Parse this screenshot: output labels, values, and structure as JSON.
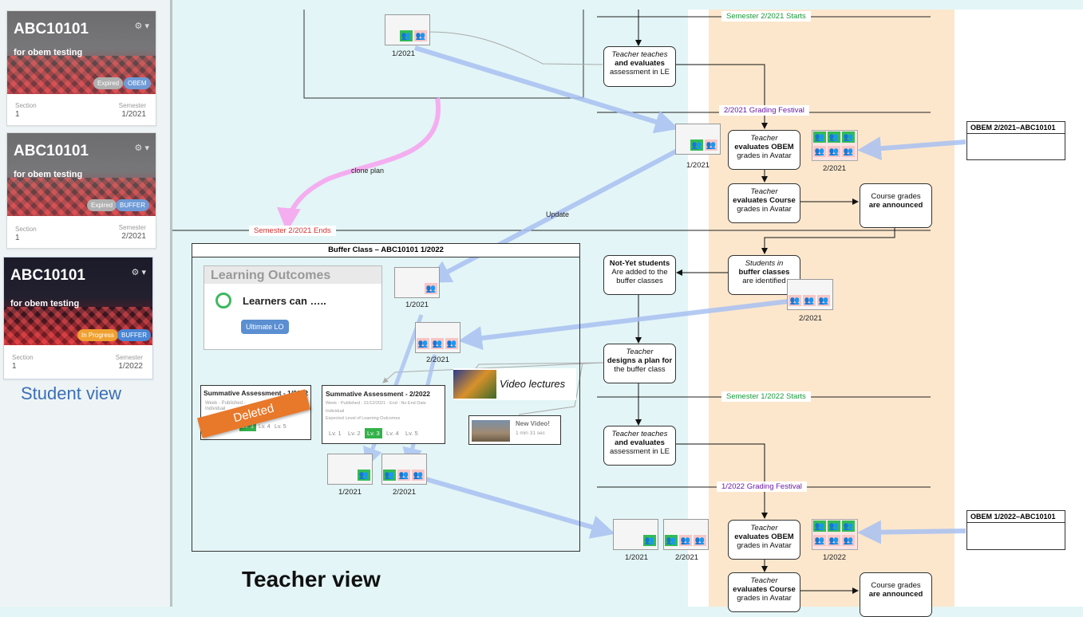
{
  "student_cards": [
    {
      "code": "ABC10101",
      "subtitle": "for obem testing",
      "badge1": "Expired",
      "badge2": "OBEM",
      "section_label": "Section",
      "section": "1",
      "semester_label": "Semester",
      "semester": "1/2021"
    },
    {
      "code": "ABC10101",
      "subtitle": "for obem testing",
      "badge1": "Expired",
      "badge2": "BUFFER",
      "section_label": "Section",
      "section": "1",
      "semester_label": "Semester",
      "semester": "2/2021"
    },
    {
      "code": "ABC10101",
      "subtitle": "for obem testing",
      "badge1": "In Progress",
      "badge2": "BUFFER",
      "section_label": "Section",
      "section": "1",
      "semester_label": "Semester",
      "semester": "1/2022"
    }
  ],
  "student_view_label": "Student view",
  "teacher_view_label": "Teacher view",
  "timeline_tags": {
    "sem2_2021_starts": "Semester 2/2021 Starts",
    "grading_2_2021": "2/2021 Grading Festival",
    "sem2_2021_ends": "Semester 2/2021 Ends",
    "sem1_2022_starts": "Semester 1/2022 Starts",
    "grading_1_2022": "1/2022 Grading Festival"
  },
  "process_boxes": {
    "teach1": [
      "Teacher teaches",
      "and evaluates",
      "assessment in LE"
    ],
    "obem1": [
      "Teacher",
      "evaluates OBEM",
      "grades in Avatar"
    ],
    "course1": [
      "Teacher",
      "evaluates Course",
      "grades in Avatar"
    ],
    "announce1": [
      "Course grades",
      "are announced"
    ],
    "identify": [
      "Students in",
      "buffer classes",
      "are identified"
    ],
    "notyet": [
      "Not-Yet students",
      "Are added to the",
      "buffer classes"
    ],
    "design": [
      "Teacher",
      "designs a plan for",
      "the buffer class"
    ],
    "teach2": [
      "Teacher teaches",
      "and evaluates",
      "assessment in LE"
    ],
    "obem2": [
      "Teacher",
      "evaluates OBEM",
      "grades in Avatar"
    ],
    "course2": [
      "Teacher",
      "evaluates Course",
      "grades in Avatar"
    ],
    "announce2": [
      "Course grades",
      "are announced"
    ]
  },
  "obem_boxes": {
    "obem_2021": "OBEM 2/2021–ABC10101",
    "obem_2022": "OBEM 1/2022–ABC10101"
  },
  "thumb_labels": {
    "t_top": "1/2021",
    "t_mid": "1/2021",
    "t_2_2021a": "2/2021",
    "t_2_2021b": "2/2021",
    "t_buf1": "1/2021",
    "t_buf2": "2/2021",
    "t_low1": "1/2021",
    "t_low2": "2/2021",
    "t_bot1": "1/2021",
    "t_bot2": "2/2021",
    "t_bot3": "1/2022"
  },
  "arrow_labels": {
    "clone": "clone plan",
    "update": "Update"
  },
  "buffer_class": {
    "title": "Buffer Class – ABC10101 1/2022",
    "lo_header": "Learning Outcomes",
    "lo_text": "Learners can …..",
    "lo_button": "Ultimate LO",
    "video_label": "Video lectures",
    "new_video": "New Video!",
    "video_dur": "1 min 31 sec",
    "sa1_title": "Summative Assessment - 1/2022",
    "sa1_line1": "Week - Published -",
    "sa1_line2": "Individual",
    "sa1_levels": [
      "Lv. 3",
      "Lv. 4",
      "Lv. 5"
    ],
    "deleted": "Deleted",
    "sa2_title": "Summative Assessment - 2/2022",
    "sa2_line1": "Week - Published : 31/12/2021 - End : No End Date",
    "sa2_line2": "Individual",
    "sa2_line3": "Expected Level of Learning Outcomes",
    "sa2_levels": [
      "Lv. 1",
      "Lv. 2",
      "Lv. 3",
      "Lv. 4",
      "Lv. 5"
    ]
  }
}
